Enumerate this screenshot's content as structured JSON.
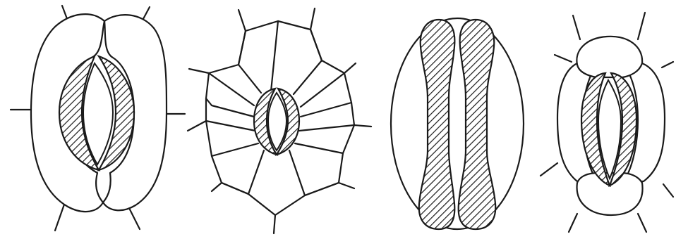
{
  "figure": {
    "panel_count": 4,
    "colors": {
      "line": "#1a1a1a",
      "background": "#ffffff",
      "hatch": "#1a1a1a"
    },
    "panels": [
      {
        "id": "panel-1"
      },
      {
        "id": "panel-2"
      },
      {
        "id": "panel-3"
      },
      {
        "id": "panel-4"
      }
    ]
  }
}
